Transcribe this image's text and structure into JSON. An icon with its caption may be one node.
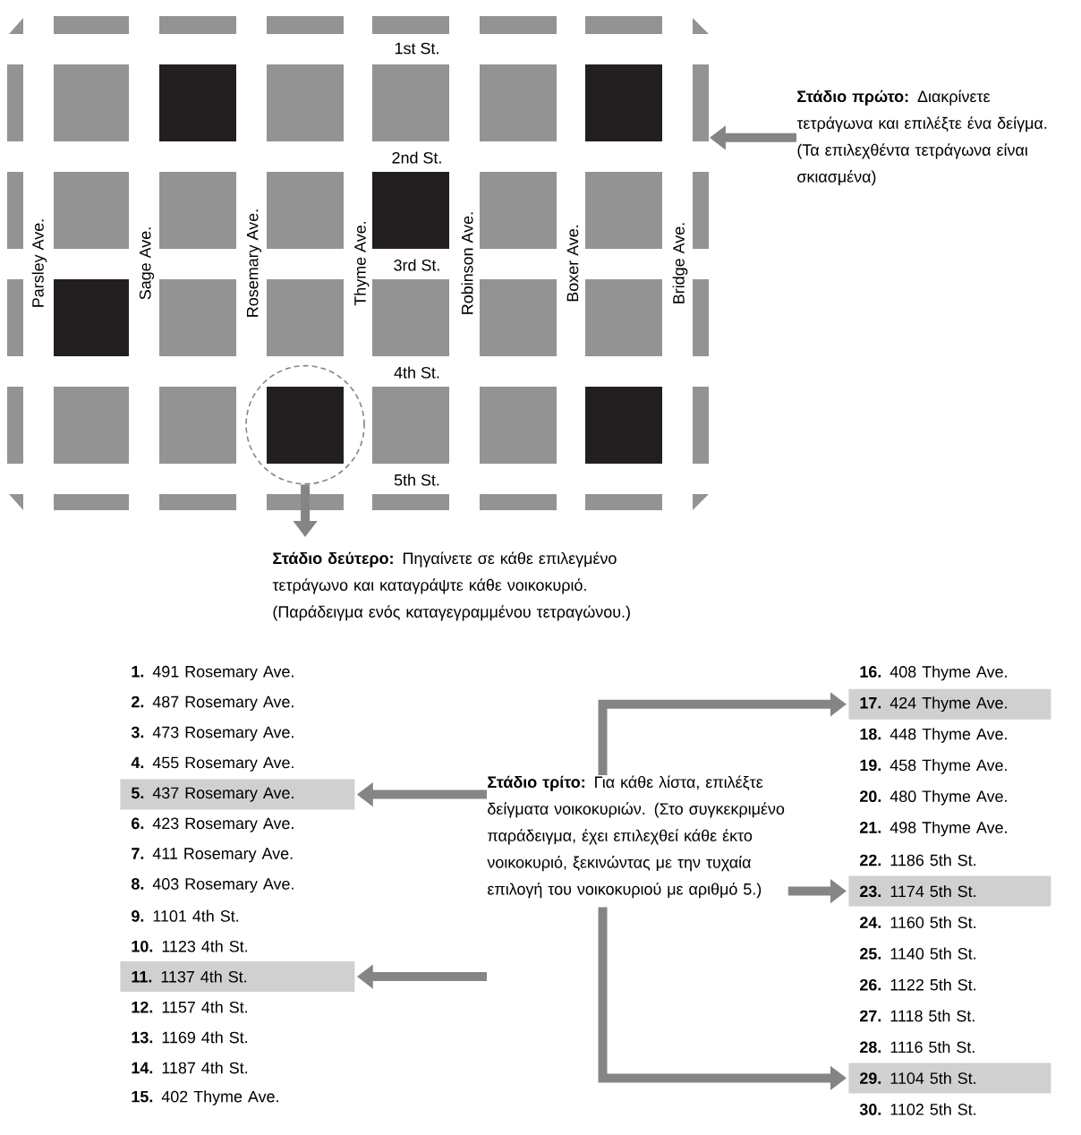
{
  "diagram": {
    "nodes": [
      {
        "text": [],
        "shape": "picture"
      },
      {
        "text": [
          "**Στάδιο πρώτο:** Διακρίνετε τετράγωνα και επιλέξτε ένα δείγμα. (Τα επιλεχθέντα τετράγωνα είναι σκιασμένα)"
        ]
      },
      {
        "text": [],
        "shape": "circle",
        "in": 0
      },
      {
        "text": [
          "**Στάδιο δεύτερο:** Πηγαίνετε σε κάθε επιλεγμένο τετράγωνο και καταγράψτε κάθε νοικοκυριό. (Παράδειγμα ενός καταγεγραμμένου τετραγώνου.)"
        ]
      },
      {
        "text": [
          "**5.** 437 Rosemary Ave."
        ]
      },
      {
        "text": [
          "**11.** 1137 4th St."
        ]
      },
      {
        "text": [
          "**Στάδιο τρίτο:** Για κάθε λίστα, επιλέξτε δείγματα νοικοκυριών. (Στο συγκεκριμένο παράδειγμα, έχει επιλεχθεί κάθε έκτο νοικοκυριό, ξεκινώντας με την τυχαία επιλογή του νοικοκυριού με αριθμό 5.)"
        ]
      },
      {
        "text": [
          "**17.** 424 Thyme Ave."
        ]
      },
      {
        "text": [
          "**23.** 1174 5th St."
        ]
      },
      {
        "text": [
          "**29.** 1104 5th St."
        ]
      }
    ],
    "edges": [
      {
        "from": 1,
        "to": 0,
        "arrow": "to"
      },
      {
        "from": 2,
        "to": 3,
        "arrow": "to"
      },
      {
        "from": 6,
        "to": 4,
        "arrow": "to"
      },
      {
        "from": 6,
        "to": 5,
        "arrow": "to"
      },
      {
        "from": 6,
        "to": 7,
        "arrow": "to"
      },
      {
        "from": 6,
        "to": 8,
        "arrow": "to"
      },
      {
        "from": 6,
        "to": 9,
        "arrow": "to"
      }
    ],
    "labels": [
      "1st St.",
      "2nd St.",
      "3rd St.",
      "4th St.",
      "5th St.",
      "Parsley Ave.",
      "Sage Ave.",
      "Rosemary Ave.",
      "Thyme Ave.",
      "Robinson Ave.",
      "Boxer Ave.",
      "Bridge Ave.",
      "**1.** 491 Rosemary Ave.",
      "**2.** 487 Rosemary Ave.",
      "**3.** 473 Rosemary Ave.",
      "**4.** 455 Rosemary Ave.",
      "**6.** 423 Rosemary Ave.",
      "**7.** 411 Rosemary Ave.",
      "**8.** 403 Rosemary Ave.",
      "**9.** 1101 4th St.",
      "**10.** 1123 4th St.",
      "**12.** 1157 4th St.",
      "**13.** 1169 4th St.",
      "**14.** 1187 4th St.",
      "**15.** 402 Thyme Ave.",
      "**16.** 408 Thyme Ave.",
      "**18.** 448 Thyme Ave.",
      "**19.** 458 Thyme Ave.",
      "**20.** 480 Thyme Ave.",
      "**21.** 498 Thyme Ave.",
      "**22.** 1186 5th St.",
      "**24.** 1160 5th St.",
      "**25.** 1140 5th St.",
      "**26.** 1122 5th St.",
      "**27.** 1118 5th St.",
      "**28.** 1116 5th St.",
      "**30.** 1102 5th St."
    ]
  }
}
